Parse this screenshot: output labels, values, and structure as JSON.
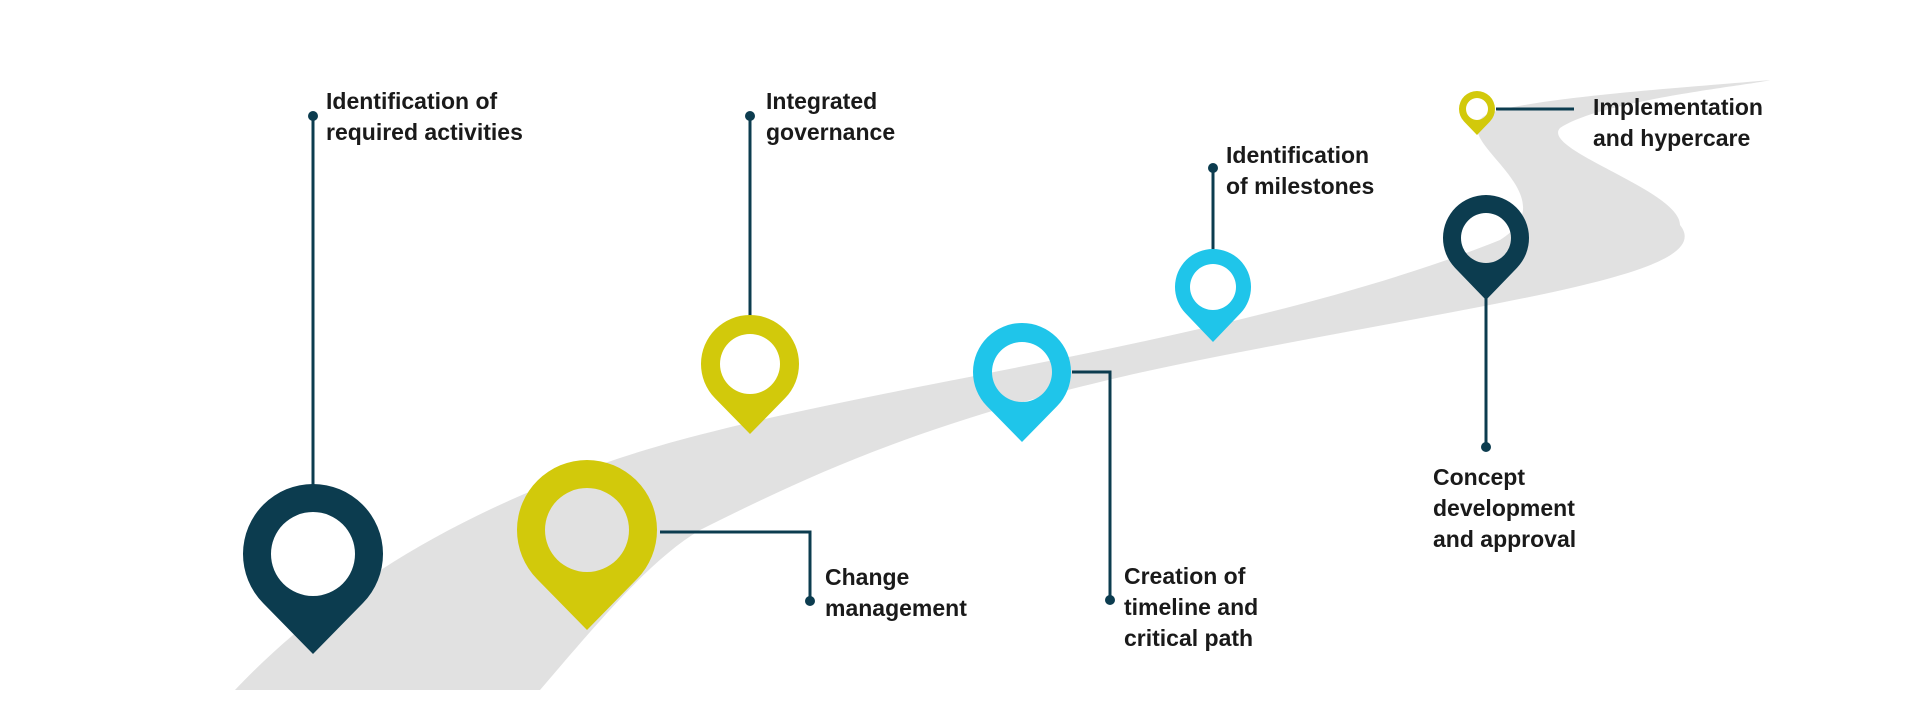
{
  "colors": {
    "road": "#e1e1e1",
    "connector": "#0c3c4f",
    "navy": "#0c3c4f",
    "olive": "#d2c90b",
    "cyan": "#1fc5ea",
    "text": "#1a1a1a"
  },
  "milestones": [
    {
      "id": "identification-of-required-activities",
      "color": "navy",
      "lines": [
        "Identification of",
        "required activities"
      ]
    },
    {
      "id": "change-management",
      "color": "olive",
      "lines": [
        "Change",
        "management"
      ]
    },
    {
      "id": "integrated-governance",
      "color": "olive",
      "lines": [
        "Integrated",
        "governance"
      ]
    },
    {
      "id": "creation-of-timeline",
      "color": "cyan",
      "lines": [
        "Creation of",
        "timeline and",
        "critical path"
      ]
    },
    {
      "id": "identification-of-milestones",
      "color": "cyan",
      "lines": [
        "Identification",
        "of milestones"
      ]
    },
    {
      "id": "concept-development",
      "color": "navy",
      "lines": [
        "Concept",
        "development",
        "and approval"
      ]
    },
    {
      "id": "implementation-and-hypercare",
      "color": "olive",
      "lines": [
        "Implementation",
        "and hypercare"
      ]
    }
  ]
}
